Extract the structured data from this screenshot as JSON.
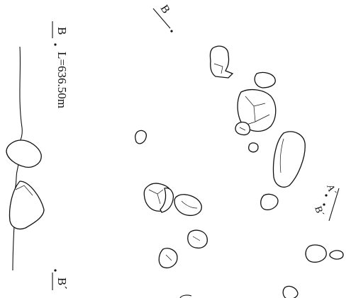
{
  "section_labels": {
    "b_left": "B",
    "b_prime_left": "B´",
    "length_note": "L=636.50m",
    "b_top": "B",
    "a_prime": "A´",
    "b_prime_right": "B´"
  }
}
